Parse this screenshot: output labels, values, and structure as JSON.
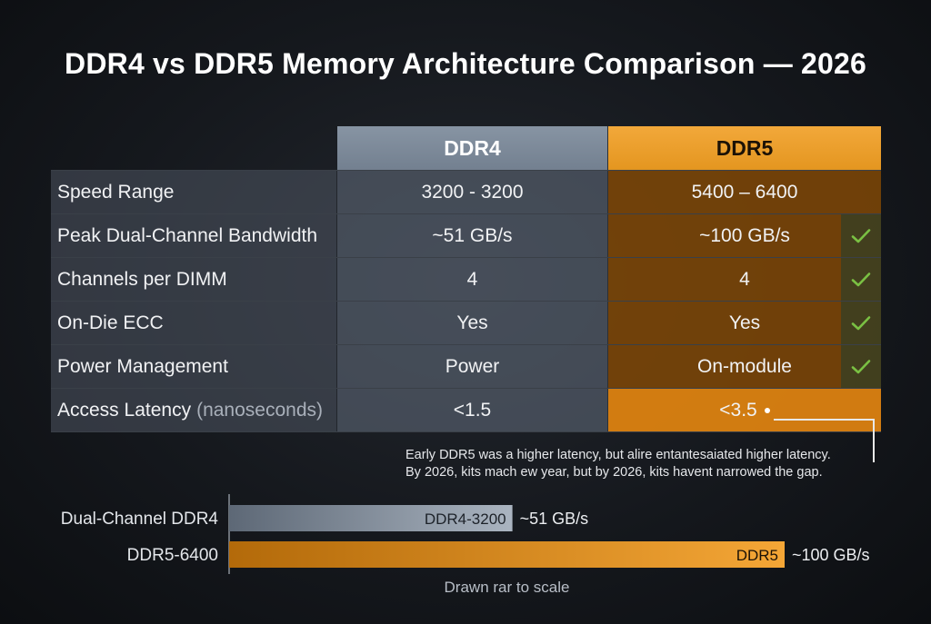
{
  "title": "DDR4 vs DDR5 Memory Architecture Comparison — 2026",
  "colors": {
    "ddr4": "#8794a3",
    "ddr5": "#f2a83a",
    "check": "#7ac043"
  },
  "table": {
    "columns": [
      "DDR4",
      "DDR5"
    ],
    "rows": [
      {
        "label": "Speed Range",
        "ddr4": "3200 - 3200",
        "ddr5": "5400 – 6400",
        "check": false
      },
      {
        "label": "Peak Dual-Channel Bandwidth",
        "ddr4": "~51 GB/s",
        "ddr5": "~100 GB/s",
        "check": true
      },
      {
        "label": "Channels per DIMM",
        "ddr4": "4",
        "ddr5": "4",
        "check": true
      },
      {
        "label": "On-Die ECC",
        "ddr4": "Yes",
        "ddr5": "Yes",
        "check": true
      },
      {
        "label": "Power Management",
        "ddr4": "Power",
        "ddr5": "On-module",
        "check": true
      },
      {
        "label": "Access Latency",
        "unit": "(nanoseconds)",
        "ddr4": "<1.5",
        "ddr5": "<3.5",
        "check": false
      }
    ],
    "note_line1": "Early DDR5 was a higher latency, but alire entantesaiated higher latency.",
    "note_line2": "By 2026, kits mach ew year, but by 2026, kits havent narrowed the gap."
  },
  "chart_data": {
    "type": "bar",
    "orientation": "horizontal",
    "categories": [
      "Dual-Channel DDR4",
      "DDR5-6400"
    ],
    "bar_labels": [
      "DDR4-3200",
      "DDR5"
    ],
    "values": [
      51,
      100
    ],
    "value_labels": [
      "~51 GB/s",
      "~100 GB/s"
    ],
    "xlim": [
      0,
      100
    ],
    "grid": false,
    "footer": "Drawn rar to scale"
  }
}
